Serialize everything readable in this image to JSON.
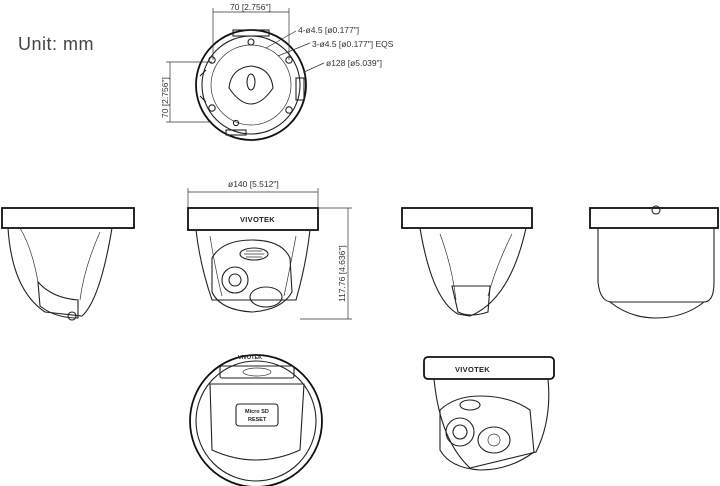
{
  "unit_label": "Unit: mm",
  "dimensions": {
    "top_width": "70 [2.756\"]",
    "top_height": "70 [2.756\"]",
    "holes_4": "4-ø4.5 [ø0.177\"]",
    "holes_3": "3-ø4.5 [ø0.177\"] EQS",
    "base_diameter": "ø128 [ø5.039\"]",
    "body_diameter": "ø140 [5.512\"]",
    "body_height": "117.76 [4.636\"]"
  },
  "labels": {
    "brand_front": "VIVOTEK",
    "brand_bottom": "VIVOTEK",
    "brand_iso": "VIVOTEK",
    "micro_sd": "Micro SD",
    "reset": "RESET"
  }
}
